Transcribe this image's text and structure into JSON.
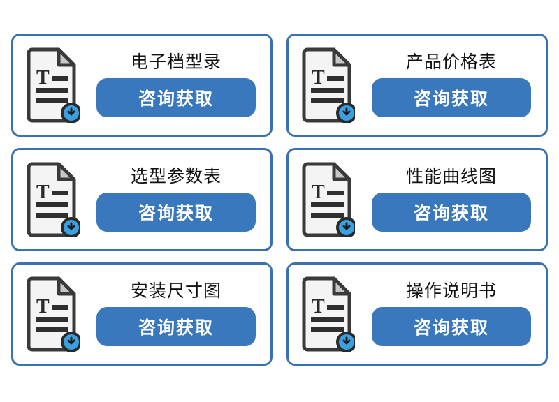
{
  "page": {
    "background_color": "#ffffff",
    "layout": "2-column by 3-row card grid",
    "card_border_color": "#3a72b0",
    "button_color": "#3a78bd",
    "button_text_color": "#ffffff",
    "title_text_color": "#121212",
    "doc_icon_page_color": "#f4f4f4",
    "doc_icon_outline_color": "#3a3a3a",
    "doc_icon_fold_color": "#c9c6c6",
    "doc_icon_badge_color": "#3aa0e0",
    "doc_icon_badge_outline_color": "#2a2a2a"
  },
  "cards": [
    {
      "title": "电子档型录",
      "button_label": "咨询获取",
      "icon": "document-download-icon"
    },
    {
      "title": "产品价格表",
      "button_label": "咨询获取",
      "icon": "document-download-icon"
    },
    {
      "title": "选型参数表",
      "button_label": "咨询获取",
      "icon": "document-download-icon"
    },
    {
      "title": "性能曲线图",
      "button_label": "咨询获取",
      "icon": "document-download-icon"
    },
    {
      "title": "安装尺寸图",
      "button_label": "咨询获取",
      "icon": "document-download-icon"
    },
    {
      "title": "操作说明书",
      "button_label": "咨询获取",
      "icon": "document-download-icon"
    }
  ]
}
